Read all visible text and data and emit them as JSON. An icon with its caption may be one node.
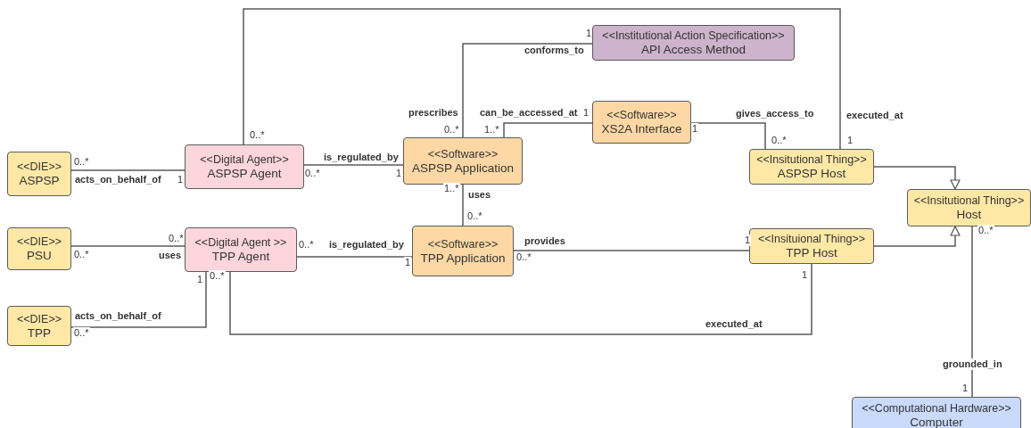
{
  "diagram": {
    "nodes": [
      {
        "text": [
          "<<DIE>>",
          "ASPSP"
        ]
      },
      {
        "text": [
          "<<DIE>>",
          "PSU"
        ]
      },
      {
        "text": [
          "<<DIE>>",
          "TPP"
        ]
      },
      {
        "text": [
          "<<Digital Agent>>",
          "ASPSP Agent"
        ]
      },
      {
        "text": [
          "<<Digital Agent >>",
          "TPP Agent"
        ]
      },
      {
        "text": [
          "<<Institutional Action Specification>>",
          "API Access Method"
        ]
      },
      {
        "text": [
          "<<Software>>",
          "ASPSP Application"
        ]
      },
      {
        "text": [
          "<<Software>>",
          "XS2A Interface"
        ]
      },
      {
        "text": [
          "<<Software>>",
          "TPP Application"
        ]
      },
      {
        "text": [
          "<<Insitutional Thing>>",
          "ASPSP Host"
        ]
      },
      {
        "text": [
          "<<Insitutional Thing>>",
          "Host"
        ]
      },
      {
        "text": [
          "<<Insituional Thing>>",
          "TPP Host"
        ]
      },
      {
        "text": [
          "<<Computational Hardware>>",
          "Computer"
        ]
      }
    ],
    "edges": [
      {
        "from": 0,
        "to": 3,
        "arrow": "none",
        "label": "acts_on_behalf_of"
      },
      {
        "from": 3,
        "to": 6,
        "arrow": "none",
        "label": "is_regulated_by"
      },
      {
        "from": 3,
        "to": 9,
        "arrow": "none",
        "label": "executed_at"
      },
      {
        "from": 1,
        "to": 4,
        "arrow": "none",
        "label": "uses"
      },
      {
        "from": 2,
        "to": 4,
        "arrow": "none",
        "label": "acts_on_behalf_of"
      },
      {
        "from": 4,
        "to": 8,
        "arrow": "none",
        "label": "is_regulated_by"
      },
      {
        "from": 4,
        "to": 11,
        "arrow": "none",
        "label": "executed_at"
      },
      {
        "from": 6,
        "to": 5,
        "arrow": "none",
        "label": "conforms_to"
      },
      {
        "from": 6,
        "to": 7,
        "arrow": "none",
        "label": "can_be_accessed_at"
      },
      {
        "from": 7,
        "to": 9,
        "arrow": "none",
        "label": "gives_access_to"
      },
      {
        "from": 6,
        "to": 8,
        "arrow": "none",
        "label": "uses"
      },
      {
        "from": 8,
        "to": 11,
        "arrow": "none",
        "label": "provides"
      },
      {
        "from": 9,
        "to": 10,
        "arrow": "to"
      },
      {
        "from": 11,
        "to": 10,
        "arrow": "to"
      },
      {
        "from": 10,
        "to": 12,
        "arrow": "none",
        "label": "grounded_in"
      }
    ],
    "labels": [
      "1",
      "prescribes",
      "1",
      "1",
      "0..*",
      "1..*",
      "0..*",
      "1",
      "0..*",
      "0..*",
      "0..*",
      "1",
      "1",
      "1..*",
      "0..*",
      "0..*",
      "0..*",
      "1",
      "0..*",
      "0..*",
      "0..*",
      "1",
      "1",
      "0..*",
      "1",
      "0..*",
      "1"
    ]
  }
}
